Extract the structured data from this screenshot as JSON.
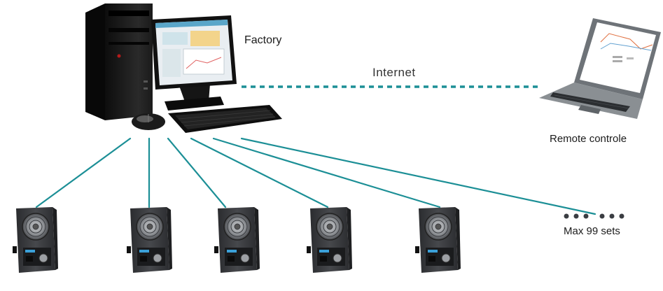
{
  "labels": {
    "factory": "Factory",
    "internet": "Internet",
    "remote_control": "Remote controle",
    "max_sets": "Max 99 sets"
  },
  "colors": {
    "connection_line": "#1c8f96",
    "device_body": "#3a3b3e",
    "device_fan": "#8a8c90"
  },
  "nodes": {
    "desktop_computer": {
      "icon": "desktop-pc-icon"
    },
    "laptop": {
      "icon": "laptop-icon"
    },
    "ionizers": {
      "icon": "ionizer-fan-icon",
      "count_shown": 5
    },
    "more_indicator": {
      "icon": "ellipsis-dots-icon"
    }
  }
}
